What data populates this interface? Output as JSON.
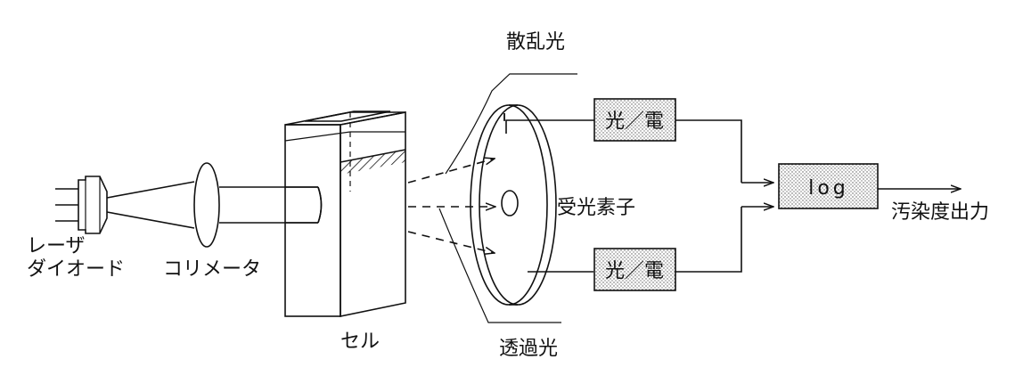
{
  "labels": {
    "laser_line1": "レーザ",
    "laser_line2": "ダイオード",
    "collimator": "コリメータ",
    "cell": "セル",
    "scattered": "散乱光",
    "transmitted": "透過光",
    "photodetector": "受光素子",
    "output": "汚染度出力"
  },
  "boxes": {
    "pe_top": "光／電",
    "pe_bottom": "光／電",
    "log": "log"
  }
}
